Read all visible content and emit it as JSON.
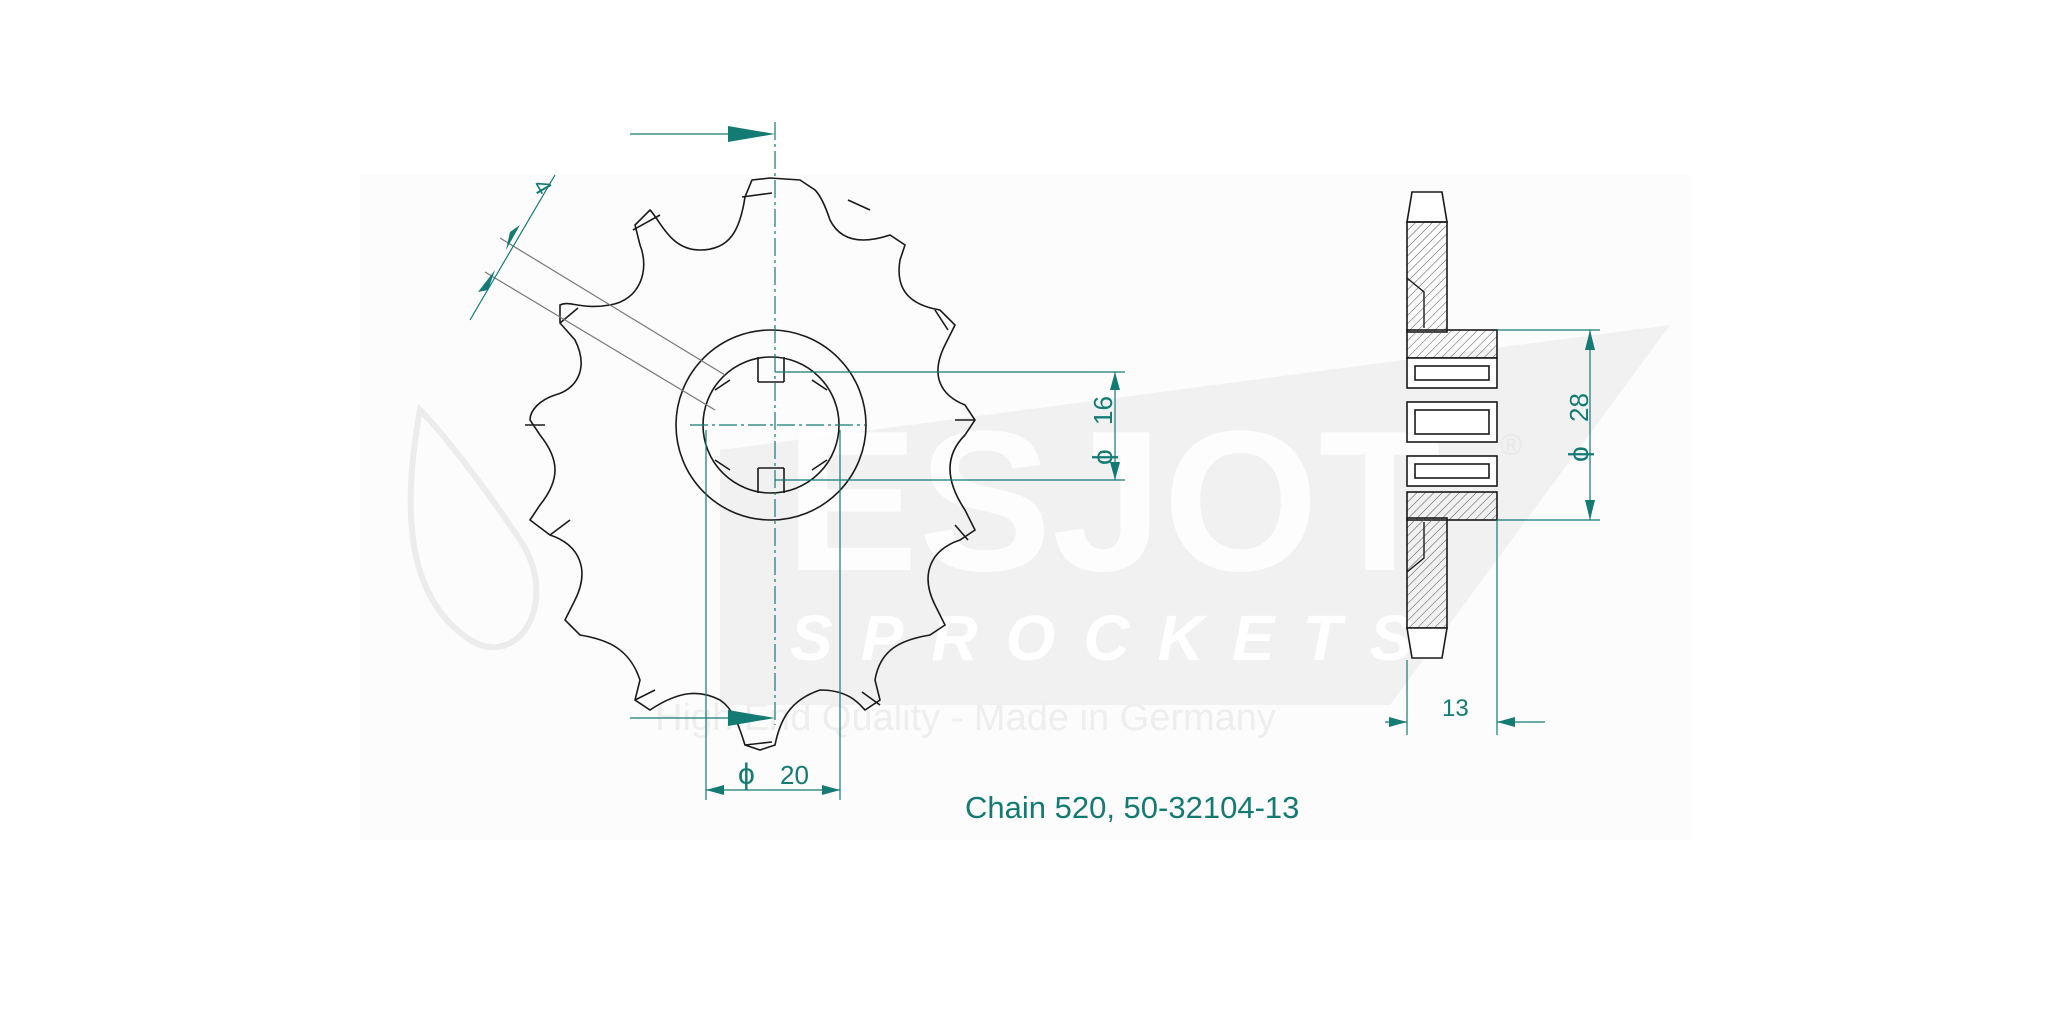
{
  "drawing": {
    "title": "Chain 520, 50-32104-13",
    "colors": {
      "dimension": "#137a74",
      "outline": "#1a1a1a",
      "watermark": "#efefef",
      "background": "#ffffff"
    },
    "front_view": {
      "teeth_count": 13,
      "dimensions": {
        "tooth_width": "4",
        "bore_diameter_symbol": "ϕ",
        "bore_diameter": "16",
        "hub_diameter_symbol": "ϕ",
        "hub_diameter": "20"
      }
    },
    "side_view": {
      "dimensions": {
        "hub_outer_diameter_symbol": "ϕ",
        "hub_outer_diameter": "28",
        "width": "13"
      }
    },
    "watermark": {
      "brand": "ESJOT",
      "sub": "SPROCKETS",
      "tagline": "High End Quality - Made in Germany",
      "registered_mark": "®"
    }
  }
}
